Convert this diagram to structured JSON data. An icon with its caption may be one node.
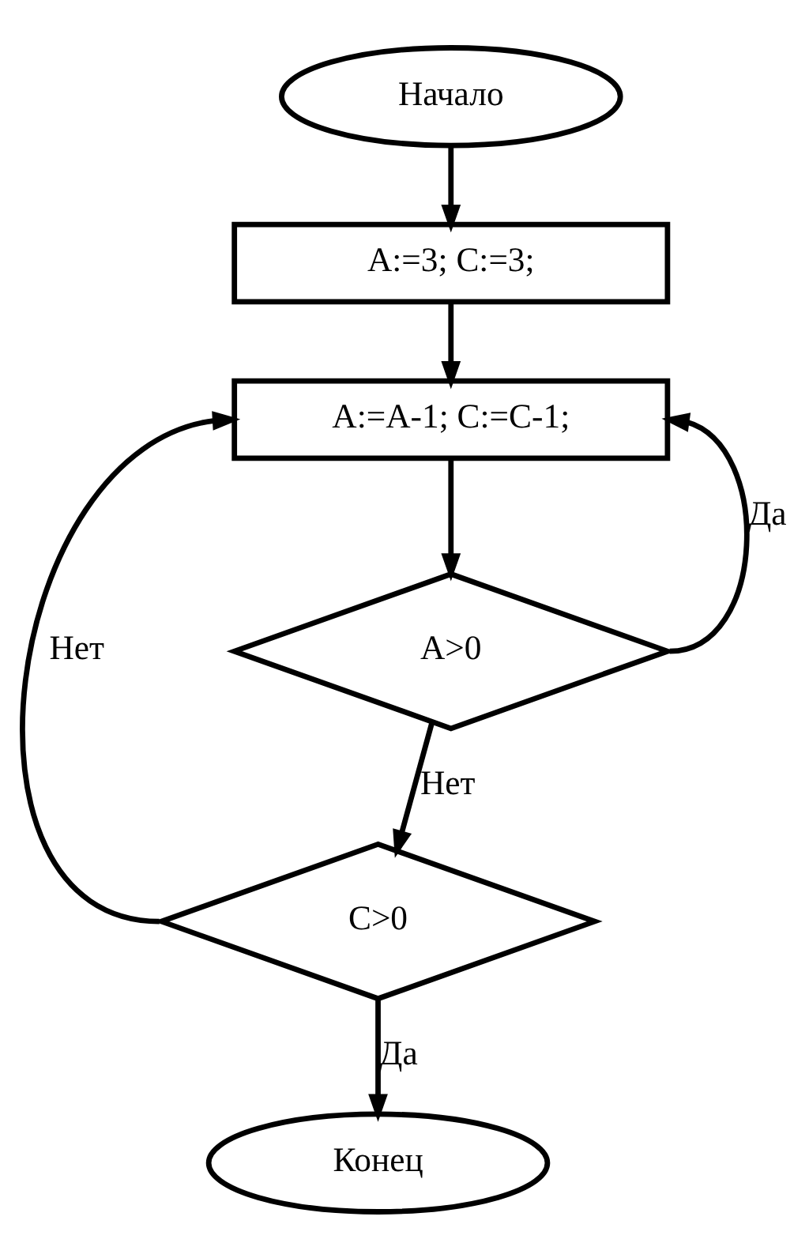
{
  "diagram": {
    "nodes": [
      {
        "text": [
          "Начало"
        ]
      },
      {
        "text": [
          "A:=3; C:=3;"
        ]
      },
      {
        "text": [
          "A:=A-1; C:=C-1;"
        ]
      },
      {
        "text": [
          "A>0"
        ]
      },
      {
        "text": [
          "C>0"
        ]
      },
      {
        "text": [
          "Конец"
        ]
      }
    ],
    "edges": [
      {
        "from": 0,
        "to": 1,
        "arrow": "to"
      },
      {
        "from": 1,
        "to": 2,
        "arrow": "to"
      },
      {
        "from": 2,
        "to": 3,
        "arrow": "to"
      },
      {
        "from": 3,
        "to": 2,
        "arrow": "to",
        "label": "Да"
      },
      {
        "from": 3,
        "to": 4,
        "arrow": "to",
        "label": "Нет"
      },
      {
        "from": 4,
        "to": 2,
        "arrow": "to",
        "label": "Нет"
      },
      {
        "from": 4,
        "to": 5,
        "arrow": "to",
        "label": "Да"
      }
    ]
  }
}
